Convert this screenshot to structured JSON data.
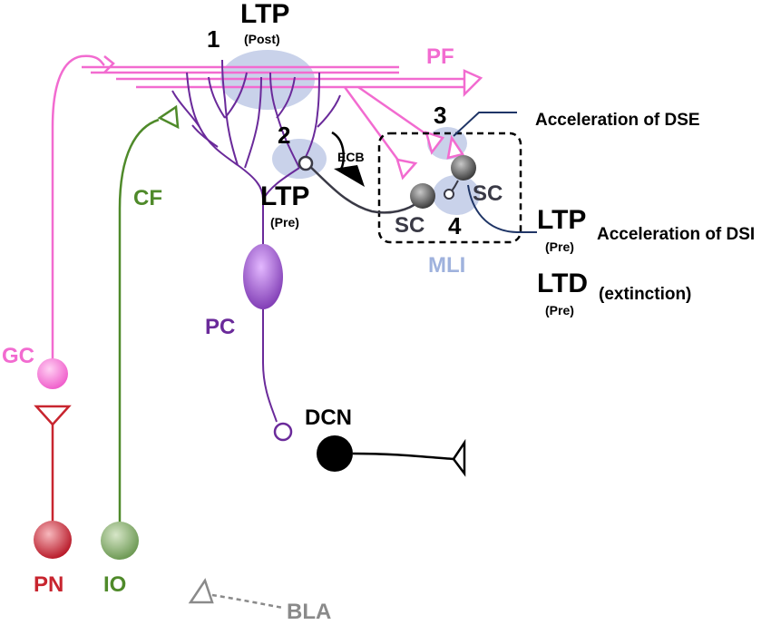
{
  "colors": {
    "pink": "#f26bd0",
    "green": "#4f8a2a",
    "purple": "#6a2a9a",
    "red": "#c8252f",
    "navy": "#1f3566",
    "lightblue": "#c9d2ea",
    "mli_text": "#9fb2dd",
    "gray": "#8a8a8a",
    "black": "#000000",
    "dark": "#333333"
  },
  "labels": {
    "ltp_post": "LTP",
    "ltp_post_sub": "(Post)",
    "pf": "PF",
    "cf": "CF",
    "gc": "GC",
    "pc": "PC",
    "dcn": "DCN",
    "pn": "PN",
    "io": "IO",
    "bla": "BLA",
    "mli": "MLI",
    "ecb": "ECB",
    "sc_top": "SC",
    "sc_bottom": "SC",
    "ltp_pre": "LTP",
    "ltp_pre_sub": "(Pre)",
    "ltp_right": "LTP",
    "ltp_right_sub": "(Pre)",
    "ltd_right": "LTD",
    "ltd_right_sub": "(Pre)",
    "extinction": "(extinction)",
    "accel_dse": "Acceleration of DSE",
    "accel_dsi": "Acceleration of DSI",
    "num1": "1",
    "num2": "2",
    "num3": "3",
    "num4": "4"
  },
  "icons": [
    "synapse-triangle-icon",
    "cell-body-circle-icon",
    "arrow-icon"
  ]
}
